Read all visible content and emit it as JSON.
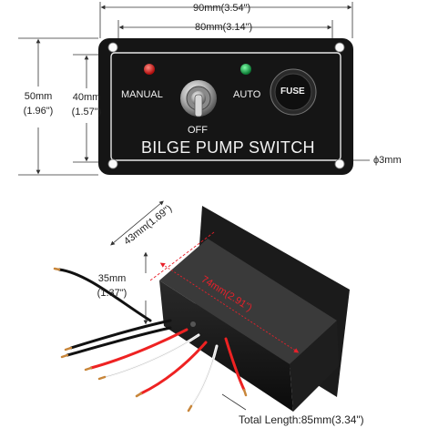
{
  "dimensions": {
    "width_total": "90mm(3.54\")",
    "width_inner": "80mm(3.14\")",
    "height_total_mm": "50mm",
    "height_total_in": "(1.96\")",
    "height_inner_mm": "40mm",
    "height_inner_in": "(1.57\")",
    "hole": "ϕ3mm",
    "depth": "43mm(1.69\")",
    "body_height_mm": "35mm",
    "body_height_in": "(1.37\")",
    "body_length": "74mm(2.91\")",
    "total_length": "Total Length:85mm(3.34\")"
  },
  "panel": {
    "manual": "MANUAL",
    "auto": "AUTO",
    "off": "OFF",
    "fuse": "FUSE",
    "title": "BILGE PUMP SWITCH"
  },
  "colors": {
    "panel": "#151515",
    "border": "#e6e6e6",
    "led_red": "#d01818",
    "led_green": "#1aa34a",
    "dimension_red": "#e8202a"
  }
}
